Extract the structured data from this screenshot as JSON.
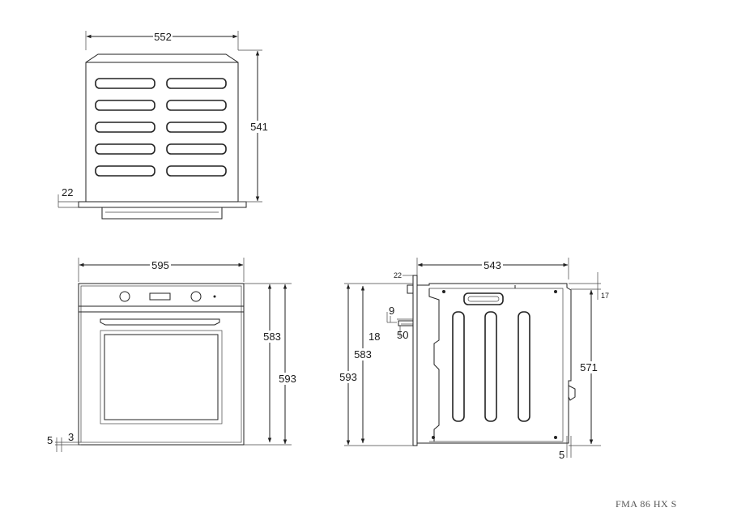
{
  "top_view": {
    "width": "552",
    "depth": "541",
    "front_thickness": "22"
  },
  "front_view": {
    "width": "595",
    "inner_height": "583",
    "outer_height": "593",
    "bottom_gap_a": "5",
    "bottom_gap_b": "3"
  },
  "side_view": {
    "depth": "543",
    "front_panel": "22",
    "top_offset": "17",
    "body_height": "571",
    "height_inner": "583",
    "height_outer": "593",
    "handle_gap": "9",
    "handle_offset": "18",
    "handle_depth": "50",
    "bottom_gap": "5"
  },
  "model_code": "FMA 86 HX S"
}
